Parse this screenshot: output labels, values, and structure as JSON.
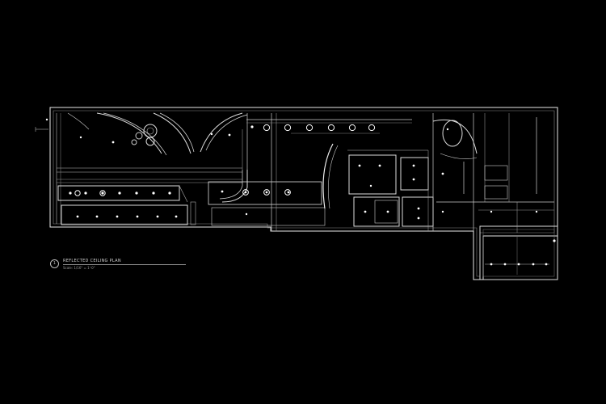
{
  "drawing": {
    "title": "REFLECTED CEILING PLAN",
    "scale": "Scale: 1/16\" = 1'-0\"",
    "number": "1",
    "line_color": "#ffffff",
    "background_color": "#000000"
  }
}
